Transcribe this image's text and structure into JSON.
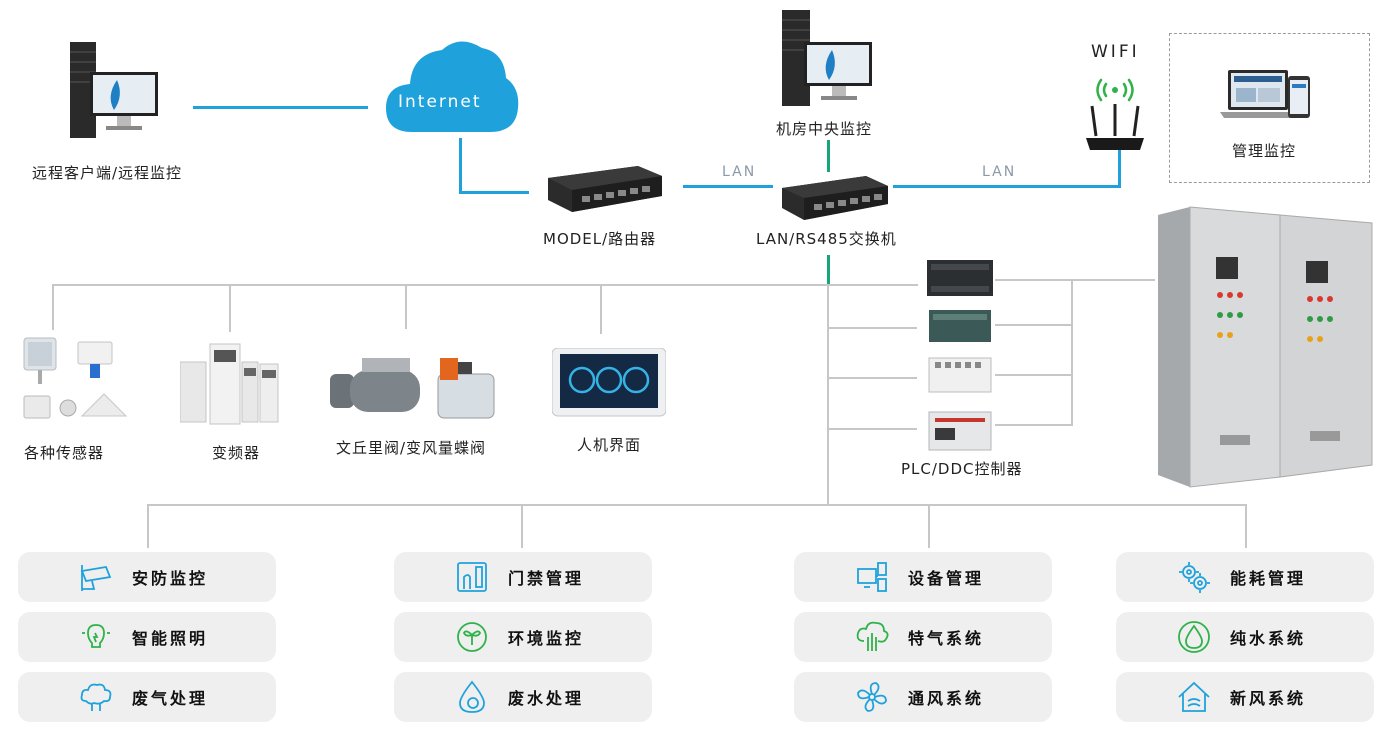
{
  "nodes": {
    "remote_client": "远程客户端/远程监控",
    "internet": "Internet",
    "router": "MODEL/路由器",
    "lan1": "LAN",
    "central": "机房中央监控",
    "switch": "LAN/RS485交换机",
    "lan2": "LAN",
    "wifi": "WIFI",
    "mgmt": "管理监控",
    "sensors": "各种传感器",
    "inverter": "变频器",
    "valve": "文丘里阀/变风量蝶阀",
    "hmi": "人机界面",
    "plc": "PLC/DDC控制器"
  },
  "systems": [
    {
      "label": "安防监控",
      "icon": "camera-icon"
    },
    {
      "label": "智能照明",
      "icon": "bulb-icon"
    },
    {
      "label": "废气处理",
      "icon": "smoke-icon"
    },
    {
      "label": "门禁管理",
      "icon": "access-icon"
    },
    {
      "label": "环境监控",
      "icon": "leaf-icon"
    },
    {
      "label": "废水处理",
      "icon": "water-icon"
    },
    {
      "label": "设备管理",
      "icon": "device-icon"
    },
    {
      "label": "特气系统",
      "icon": "gas-icon"
    },
    {
      "label": "通风系统",
      "icon": "fan-icon"
    },
    {
      "label": "能耗管理",
      "icon": "gear-icon"
    },
    {
      "label": "纯水系统",
      "icon": "drop-icon"
    },
    {
      "label": "新风系统",
      "icon": "house-icon"
    }
  ],
  "colors": {
    "accent": "#1fa2dc",
    "green": "#17a67a",
    "line": "#c7c7c7",
    "card": "#efefef"
  }
}
